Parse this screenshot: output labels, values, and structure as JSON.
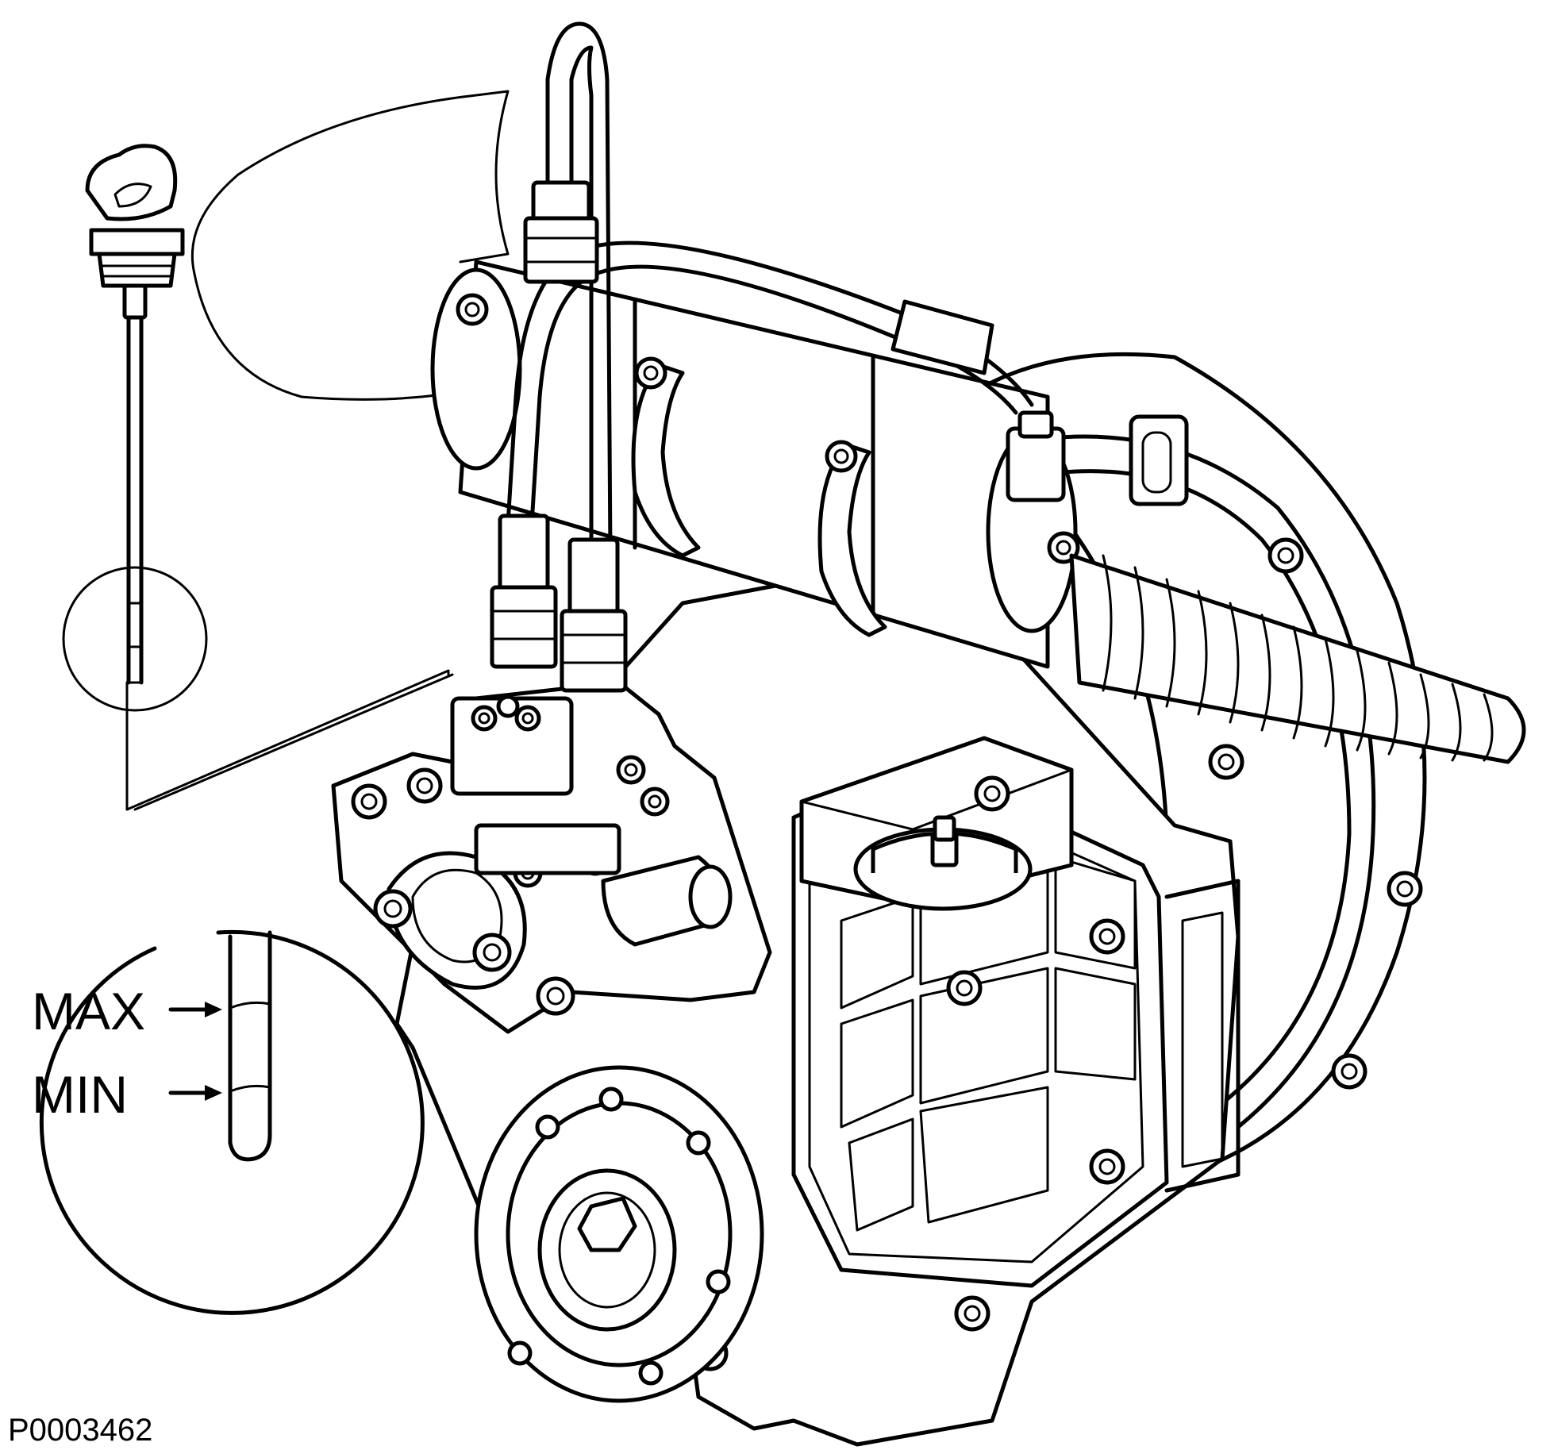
{
  "labels": {
    "max": "MAX",
    "min": "MIN"
  },
  "figure_id": "P0003462"
}
